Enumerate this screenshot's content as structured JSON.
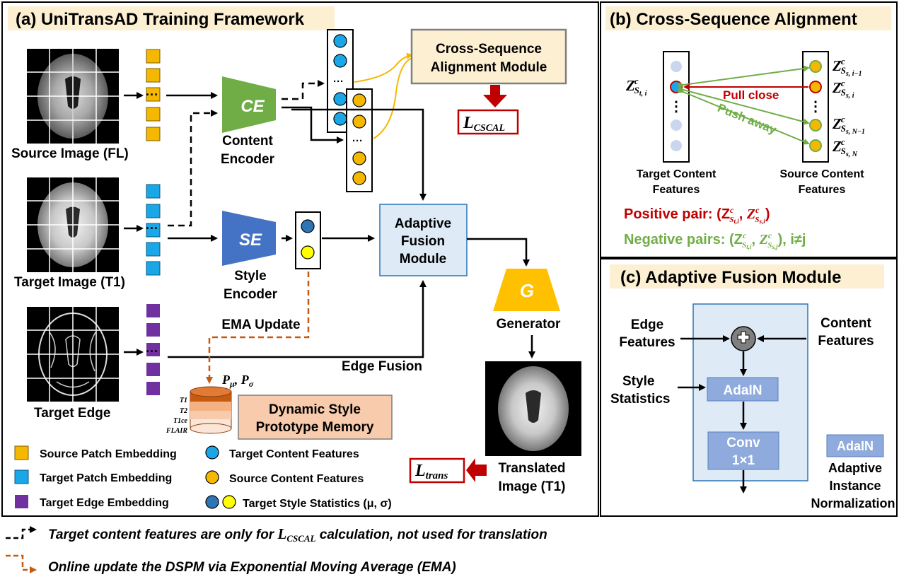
{
  "panel_a": {
    "title": "(a) UniTransAD Training Framework",
    "source_image_label": "Source Image (FL)",
    "target_image_label": "Target Image (T1)",
    "target_edge_label": "Target Edge",
    "ce_label": "CE",
    "ce_caption_1": "Content",
    "ce_caption_2": "Encoder",
    "se_label": "SE",
    "se_caption_1": "Style",
    "se_caption_2": "Encoder",
    "csa_module_1": "Cross-Sequence",
    "csa_module_2": "Alignment Module",
    "l_cscal": "L",
    "l_cscal_sub": "CSCAL",
    "afm_1": "Adaptive",
    "afm_2": "Fusion",
    "afm_3": "Module",
    "g_label": "G",
    "generator_label": "Generator",
    "ema_update": "EMA Update",
    "edge_fusion": "Edge Fusion",
    "p_mu_sigma": "P",
    "p_mu": "μ",
    "p_sigma": "σ",
    "memory_seqs": [
      "T1",
      "T2",
      "T1ce",
      "FLAIR"
    ],
    "dspm_1": "Dynamic Style",
    "dspm_2": "Prototype Memory",
    "translated_1": "Translated",
    "translated_2": "Image (T1)",
    "l_trans": "L",
    "l_trans_sub": "trans",
    "ellipsis": "···"
  },
  "legend": {
    "source_patch": "Source Patch Embedding",
    "target_patch": "Target Patch Embedding",
    "target_edge": "Target Edge Embedding",
    "target_content": "Target Content Features",
    "source_content": "Source Content Features",
    "style_stats": "Target Style Statistics (μ, σ)"
  },
  "footnotes": {
    "black_dashed_1": "Target content features are only for ",
    "black_dashed_L": "L",
    "black_dashed_sub": "CSCAL",
    "black_dashed_2": " calculation, not used for translation",
    "orange_dashed": "Online update the DSPM via Exponential Moving Average (EMA)"
  },
  "panel_b": {
    "title": "(b) Cross-Sequence Alignment",
    "z": "Z",
    "target_sub": "S",
    "target_idx": "t, i",
    "src_labels": [
      "s, i−1",
      "s, i",
      "s, N−1",
      "s, N"
    ],
    "pull_close": "Pull close",
    "push_away": "Push away",
    "target_features_1": "Target Content",
    "target_features_2": "Features",
    "source_features_1": "Source Content",
    "source_features_2": "Features",
    "positive_pair": "Positive pair: (Z",
    "positive_pair_tail": ")",
    "negative_pairs": "Negative pairs: (Z",
    "negative_pairs_tail": "), i≠j",
    "c_sup": "c",
    "dots": "⋮"
  },
  "panel_c": {
    "title": "(c) Adaptive Fusion Module",
    "edge_1": "Edge",
    "edge_2": "Features",
    "content_1": "Content",
    "content_2": "Features",
    "style_1": "Style",
    "style_2": "Statistics",
    "adain": "AdaIN",
    "conv_1": "Conv",
    "conv_2": "1×1",
    "legend_adain": "AdaIN",
    "legend_1": "Adaptive",
    "legend_2": "Instance",
    "legend_3": "Normalization"
  },
  "colors": {
    "source_patch": "#f5b800",
    "target_patch": "#1aa7e8",
    "edge_patch": "#7030a0",
    "ce_green": "#70ad47",
    "se_blue": "#4472c4",
    "generator": "#ffc000",
    "title_bg": "#fdf0d2",
    "afm_fill": "#deebf7",
    "dspm_fill": "#f8cbad",
    "l_red": "#c00000",
    "ema_orange": "#c55a11",
    "pull_red": "#c00000",
    "push_green": "#70ad47"
  }
}
